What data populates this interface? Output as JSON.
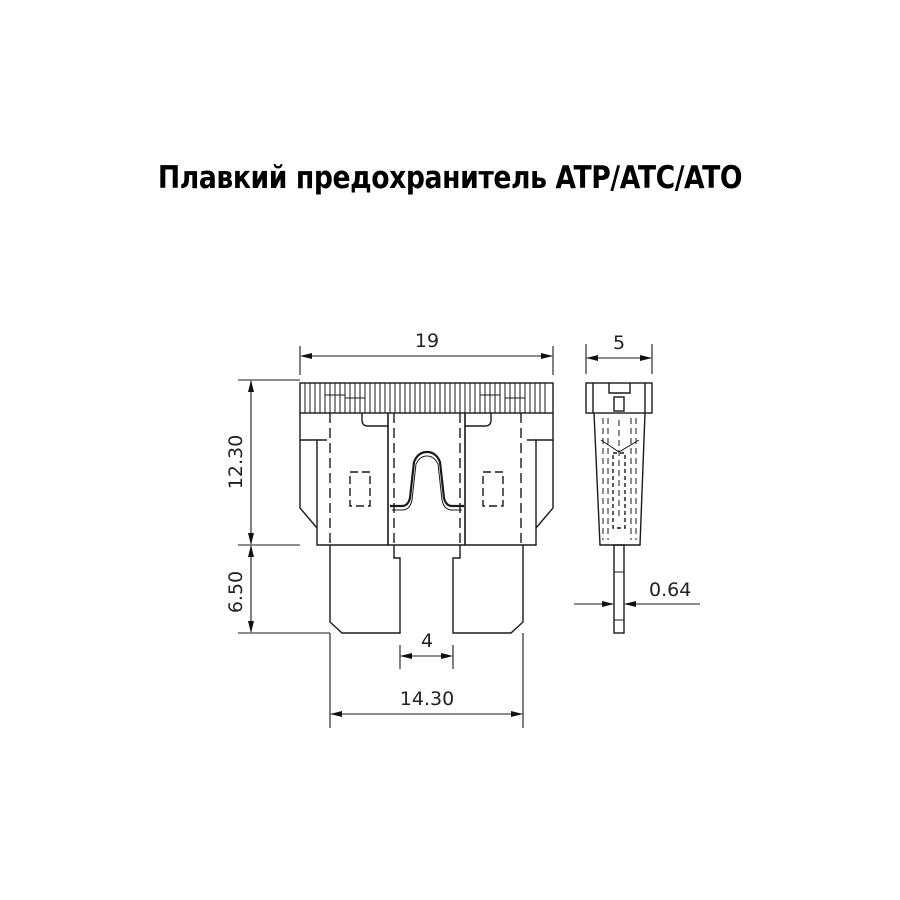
{
  "title": "Плавкий предохранитель ATP/ATC/ATO",
  "drawing": {
    "front_view": {
      "dim_width": "19",
      "dim_body_height": "12.30",
      "dim_blade_length": "6.50",
      "dim_blade_gap": "4",
      "dim_blade_span": "14.30"
    },
    "side_view": {
      "dim_thickness": "5",
      "dim_blade_thickness": "0.64"
    },
    "line_color": "#1a1a1a"
  }
}
